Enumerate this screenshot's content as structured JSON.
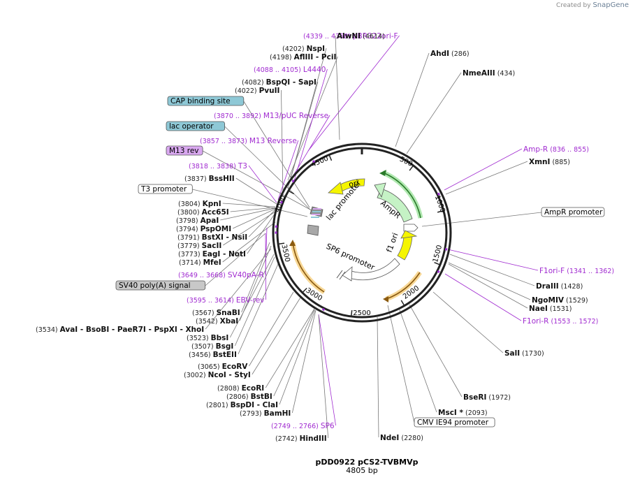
{
  "credit": {
    "prefix": "Created by",
    "brand": "SnapGene"
  },
  "plasmid": {
    "name": "pDD0922 pCS2-TVBMVp",
    "length_label": "4805 bp"
  },
  "ticks": [
    "500",
    "1000",
    "1500",
    "2000",
    "2500",
    "3000",
    "3500",
    "4000",
    "4500"
  ],
  "features": {
    "ori": "ori",
    "ampr": "AmpR",
    "f1ori": "f1 ori",
    "lac_promoter": "lac promoter",
    "sp6_promoter": "SP6 promoter"
  },
  "labels": [
    {
      "id": "bpr322",
      "kind": "feature",
      "coord": "(4339 .. 4358)",
      "name": "pBR322ori-F"
    },
    {
      "id": "alwni",
      "kind": "site",
      "name": "AlwNI",
      "coord": "(4614)"
    },
    {
      "id": "nspi",
      "kind": "site",
      "coord": "(4202)",
      "name": "NspI"
    },
    {
      "id": "afliii",
      "kind": "site",
      "coord": "(4198)",
      "name": "AflIII",
      "extra": "- PciI"
    },
    {
      "id": "ahdi",
      "kind": "site",
      "name": "AhdI",
      "coord": "(286)"
    },
    {
      "id": "l4440",
      "kind": "feature",
      "coord": "(4088 .. 4105)",
      "name": "L4440"
    },
    {
      "id": "nmeaiii",
      "kind": "site",
      "name": "NmeAIII",
      "coord": "(434)"
    },
    {
      "id": "bspqi",
      "kind": "site",
      "coord": "(4082)",
      "name": "BspQI",
      "extra": "- SapI"
    },
    {
      "id": "pvuii",
      "kind": "site",
      "coord": "(4022)",
      "name": "PvuII"
    },
    {
      "id": "cap",
      "kind": "box",
      "name": "CAP binding site",
      "fill": "#8ec8d6"
    },
    {
      "id": "m13puc",
      "kind": "feature",
      "coord": "(3870 .. 3892)",
      "name": "M13/pUC Reverse"
    },
    {
      "id": "lacop",
      "kind": "box",
      "name": "lac operator",
      "fill": "#8ec8d6"
    },
    {
      "id": "m13rev",
      "kind": "feature",
      "coord": "(3857 .. 3873)",
      "name": "M13 Reverse"
    },
    {
      "id": "m13revbox",
      "kind": "box",
      "name": "M13 rev",
      "fill": "#d9a8f0"
    },
    {
      "id": "ampRF",
      "kind": "feature",
      "name": "Amp-R",
      "coord": "(836 .. 855)"
    },
    {
      "id": "t3",
      "kind": "feature",
      "coord": "(3818 .. 3838)",
      "name": "T3"
    },
    {
      "id": "xmni",
      "kind": "site",
      "name": "XmnI",
      "coord": "(885)"
    },
    {
      "id": "bsshii",
      "kind": "site",
      "coord": "(3837)",
      "name": "BssHII"
    },
    {
      "id": "t3p",
      "kind": "box",
      "name": "T3 promoter",
      "fill": "#ffffff"
    },
    {
      "id": "kpni",
      "kind": "site",
      "coord": "(3804)",
      "name": "KpnI"
    },
    {
      "id": "acc65i",
      "kind": "site",
      "coord": "(3800)",
      "name": "Acc65I"
    },
    {
      "id": "apai",
      "kind": "site",
      "coord": "(3798)",
      "name": "ApaI"
    },
    {
      "id": "amprp",
      "kind": "box",
      "name": "AmpR promoter",
      "fill": "#ffffff"
    },
    {
      "id": "pspomi",
      "kind": "site",
      "coord": "(3794)",
      "name": "PspOMI"
    },
    {
      "id": "bstxi",
      "kind": "site",
      "coord": "(3791)",
      "name": "BstXI",
      "extra": "- NsiI"
    },
    {
      "id": "sacii",
      "kind": "site",
      "coord": "(3779)",
      "name": "SacII"
    },
    {
      "id": "eagi",
      "kind": "site",
      "coord": "(3773)",
      "name": "EagI",
      "extra": "- NotI"
    },
    {
      "id": "mfei",
      "kind": "site",
      "coord": "(3714)",
      "name": "MfeI"
    },
    {
      "id": "f1orif",
      "kind": "feature",
      "name": "F1ori-F",
      "coord": "(1341 .. 1362)"
    },
    {
      "id": "sv40pa",
      "kind": "feature",
      "coord": "(3649 .. 3668)",
      "name": "SV40pA-R"
    },
    {
      "id": "draiii",
      "kind": "site",
      "name": "DraIII",
      "coord": "(1428)"
    },
    {
      "id": "sv40sig",
      "kind": "box",
      "name": "SV40 poly(A) signal",
      "fill": "#c8c8c8"
    },
    {
      "id": "ngomiv",
      "kind": "site",
      "name": "NgoMIV",
      "coord": "(1529)"
    },
    {
      "id": "ebv",
      "kind": "feature",
      "coord": "(3595 .. 3614)",
      "name": "EBV-rev"
    },
    {
      "id": "naei",
      "kind": "site",
      "name": "NaeI",
      "coord": "(1531)"
    },
    {
      "id": "f1orir",
      "kind": "feature",
      "name": "F1ori-R",
      "coord": "(1553 .. 1572)"
    },
    {
      "id": "snabi",
      "kind": "site",
      "coord": "(3567)",
      "name": "SnaBI"
    },
    {
      "id": "xbai",
      "kind": "site",
      "coord": "(3542)",
      "name": "XbaI"
    },
    {
      "id": "avai",
      "kind": "site",
      "coord": "(3534)",
      "name": "AvaI",
      "extra": "- BsoBI   - PaeR7I   - PspXI   - XhoI"
    },
    {
      "id": "bbsi",
      "kind": "site",
      "coord": "(3523)",
      "name": "BbsI"
    },
    {
      "id": "bsgi",
      "kind": "site",
      "coord": "(3507)",
      "name": "BsgI"
    },
    {
      "id": "sali",
      "kind": "site",
      "name": "SalI",
      "coord": "(1730)"
    },
    {
      "id": "bsteii",
      "kind": "site",
      "coord": "(3456)",
      "name": "BstEII"
    },
    {
      "id": "ecorv",
      "kind": "site",
      "coord": "(3065)",
      "name": "EcoRV"
    },
    {
      "id": "ncoi",
      "kind": "site",
      "coord": "(3002)",
      "name": "NcoI",
      "extra": "- StyI"
    },
    {
      "id": "ecori",
      "kind": "site",
      "coord": "(2808)",
      "name": "EcoRI"
    },
    {
      "id": "bstbi",
      "kind": "site",
      "coord": "(2806)",
      "name": "BstBI"
    },
    {
      "id": "bseri",
      "kind": "site",
      "name": "BseRI",
      "coord": "(1972)"
    },
    {
      "id": "bspdi",
      "kind": "site",
      "coord": "(2801)",
      "name": "BspDI",
      "extra": "- ClaI"
    },
    {
      "id": "msci",
      "kind": "site",
      "name": "MscI *",
      "coord": "(2093)"
    },
    {
      "id": "bamhi",
      "kind": "site",
      "coord": "(2793)",
      "name": "BamHI"
    },
    {
      "id": "cmv",
      "kind": "box",
      "name": "CMV IE94 promoter",
      "fill": "#ffffff"
    },
    {
      "id": "sp6",
      "kind": "feature",
      "coord": "(2749 .. 2766)",
      "name": "SP6"
    },
    {
      "id": "ndei",
      "kind": "site",
      "name": "NdeI",
      "coord": "(2280)"
    },
    {
      "id": "hindiii",
      "kind": "site",
      "coord": "(2742)",
      "name": "HindIII"
    }
  ]
}
